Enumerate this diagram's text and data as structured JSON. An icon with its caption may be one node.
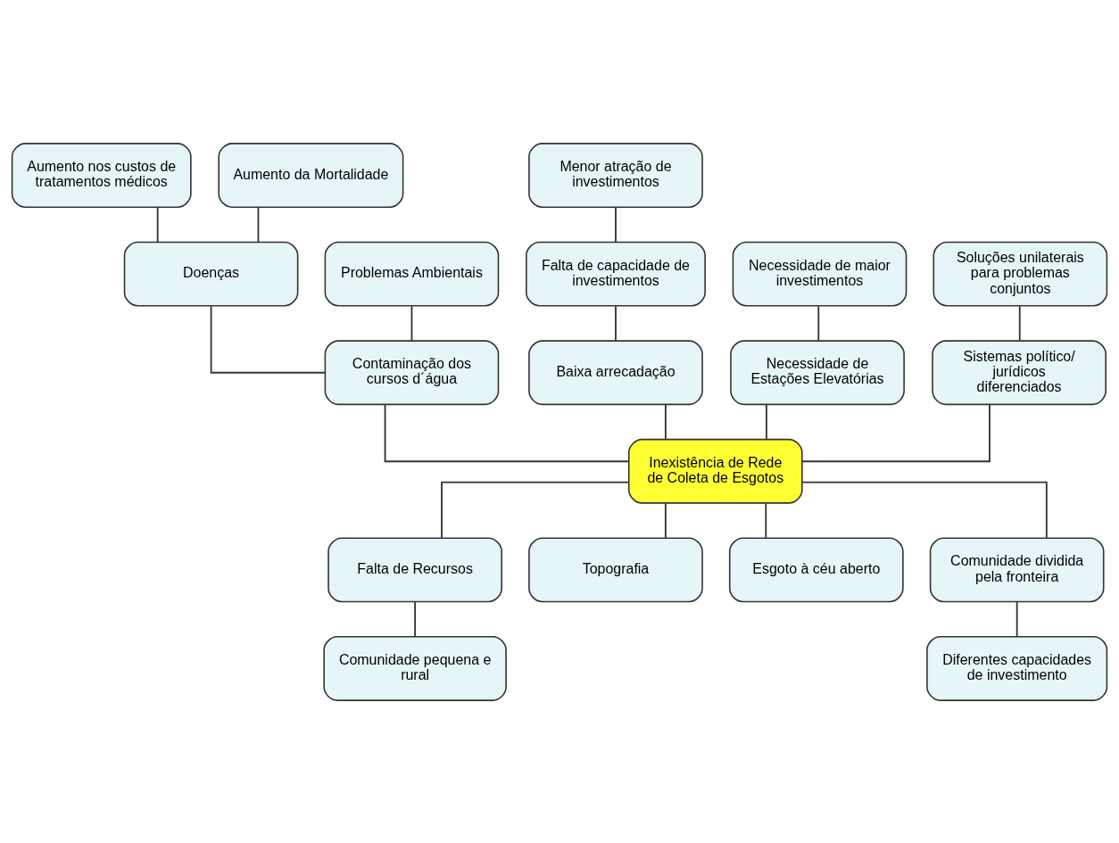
{
  "diagram": {
    "nodes": [
      {
        "text": [
          "Aumento nos custos de tratamentos médicos"
        ]
      },
      {
        "text": [
          "Aumento da Mortalidade"
        ]
      },
      {
        "text": [
          "Menor atração de investimentos"
        ]
      },
      {
        "text": [
          "Doenças"
        ]
      },
      {
        "text": [
          "Problemas Ambientais"
        ]
      },
      {
        "text": [
          "Falta de capacidade de investimentos"
        ]
      },
      {
        "text": [
          "Necessidade de maior investimentos"
        ]
      },
      {
        "text": [
          "Soluções unilaterais para problemas conjuntos"
        ]
      },
      {
        "text": [
          "Baixa arrecadação"
        ]
      },
      {
        "text": [
          "Necessidade de Estações Elevatórias"
        ]
      },
      {
        "text": [
          "Contaminação dos cursos d´água"
        ]
      },
      {
        "text": [
          "Sistemas político/ jurídicos diferenciados"
        ]
      },
      {
        "text": [
          "Inexistência de Rede de Coleta de Esgotos"
        ]
      },
      {
        "text": [
          "Falta de Recursos"
        ]
      },
      {
        "text": [
          "Topografia"
        ]
      },
      {
        "text": [
          "Esgoto à céu aberto"
        ]
      },
      {
        "text": [
          "Comunidade dividida pela fronteira"
        ]
      },
      {
        "text": [
          "Comunidade pequena e rural"
        ]
      },
      {
        "text": [
          "Diferentes capacidades de investimento"
        ]
      }
    ],
    "edges": [
      {
        "from": 0,
        "to": 3,
        "arrow": "none"
      },
      {
        "from": 1,
        "to": 3,
        "arrow": "none"
      },
      {
        "from": 3,
        "to": 10,
        "arrow": "none"
      },
      {
        "from": 4,
        "to": 10,
        "arrow": "none"
      },
      {
        "from": 2,
        "to": 5,
        "arrow": "none"
      },
      {
        "from": 5,
        "to": 8,
        "arrow": "none"
      },
      {
        "from": 6,
        "to": 9,
        "arrow": "none"
      },
      {
        "from": 7,
        "to": 11,
        "arrow": "none"
      },
      {
        "from": 8,
        "to": 12,
        "arrow": "none"
      },
      {
        "from": 9,
        "to": 12,
        "arrow": "none"
      },
      {
        "from": 10,
        "to": 12,
        "arrow": "none"
      },
      {
        "from": 11,
        "to": 12,
        "arrow": "none"
      },
      {
        "from": 12,
        "to": 13,
        "arrow": "none"
      },
      {
        "from": 12,
        "to": 14,
        "arrow": "none"
      },
      {
        "from": 12,
        "to": 15,
        "arrow": "none"
      },
      {
        "from": 12,
        "to": 16,
        "arrow": "none"
      },
      {
        "from": 13,
        "to": 17,
        "arrow": "none"
      },
      {
        "from": 16,
        "to": 18,
        "arrow": "none"
      }
    ]
  }
}
